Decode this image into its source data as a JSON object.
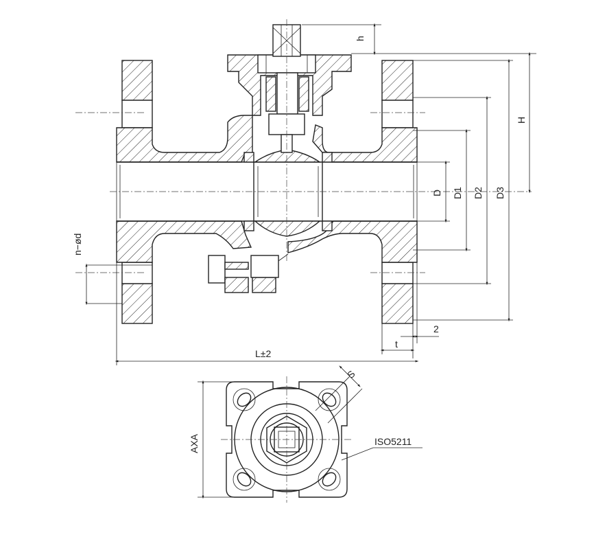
{
  "drawing": {
    "labels": {
      "h": "h",
      "H": "H",
      "D": "D",
      "D1": "D1",
      "D2": "D2",
      "D3": "D3",
      "n_d": "n−ød",
      "two": "2",
      "t": "t",
      "L": "L±2",
      "AXA": "AXA",
      "S": "S",
      "iso": "ISO5211"
    }
  }
}
